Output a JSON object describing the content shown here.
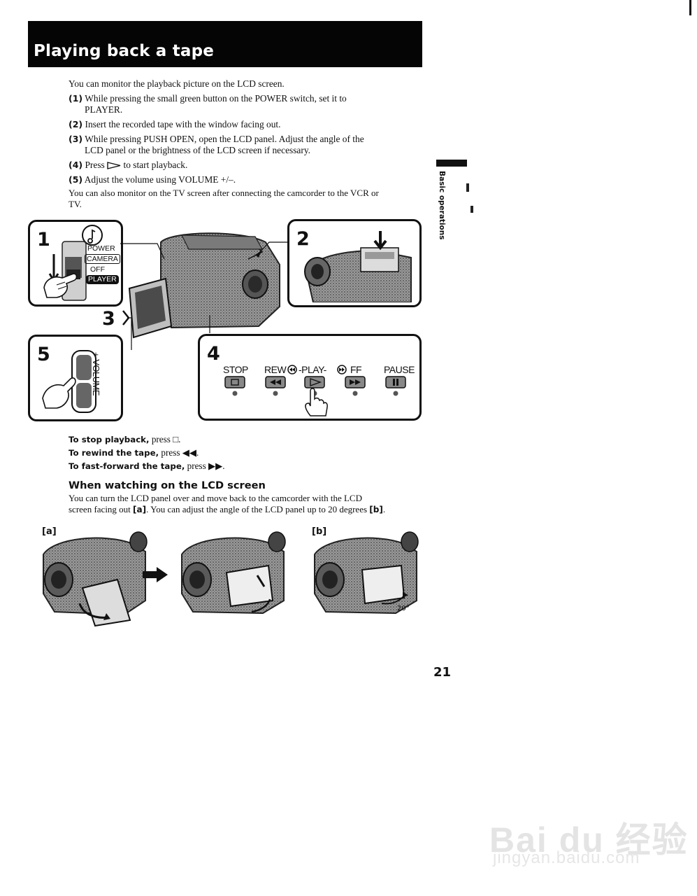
{
  "header": {
    "title": "Playing back a tape"
  },
  "intro": "You can monitor the playback picture on the LCD screen.",
  "steps": [
    {
      "num": "(1)",
      "line1": "While pressing the small green button on the POWER switch, set it to",
      "line2": "PLAYER."
    },
    {
      "num": "(2)",
      "line1": "Insert the recorded tape with the window facing out.",
      "line2": ""
    },
    {
      "num": "(3)",
      "line1": "While pressing PUSH OPEN, open the LCD panel. Adjust the angle of the",
      "line2": "LCD panel or the brightness of the LCD screen if necessary."
    },
    {
      "num": "(4)",
      "line1": "Press",
      "line1_after": "to start playback.",
      "line2": ""
    },
    {
      "num": "(5)",
      "line1": "Adjust the volume using VOLUME +/–.",
      "line2": ""
    }
  ],
  "tv_note": {
    "line1": "You can also monitor on the TV screen after connecting the camcorder to the VCR or",
    "line2": "TV."
  },
  "side_tab": {
    "label": "Basic operations"
  },
  "figure": {
    "panel1": {
      "num": "1",
      "power": "POWER",
      "camera": "CAMERA",
      "off": "OFF",
      "player": "PLAYER"
    },
    "panel2": {
      "num": "2"
    },
    "panel3": {
      "num": "3"
    },
    "panel4": {
      "num": "4",
      "stop": "STOP",
      "rew": "REW",
      "play": "-PLAY-",
      "ff": "FF",
      "pause": "PAUSE"
    },
    "panel5": {
      "num": "5",
      "volume": "+ VOLUME –"
    }
  },
  "tips": [
    {
      "bold": "To stop playback,",
      "rest": "press □."
    },
    {
      "bold": "To rewind the tape,",
      "rest": "press ◀◀."
    },
    {
      "bold": "To fast-forward the tape,",
      "rest": "press ▶▶."
    }
  ],
  "lcd_section": {
    "heading": "When watching on the LCD screen",
    "line1": "You can turn the LCD panel over and move back to the camcorder with the LCD",
    "line2a": "screen facing out",
    "line2b": "[a]",
    "line2c": ". You can adjust the angle of the LCD panel up to 20 degrees",
    "line2d": "[b]",
    "line2e": "."
  },
  "captions": {
    "a": "[a]",
    "b": "[b]",
    "angle": "20°"
  },
  "page_number": "21",
  "watermark": {
    "line1": "Bai du 经验",
    "line2": "jingyan.baidu.com"
  }
}
